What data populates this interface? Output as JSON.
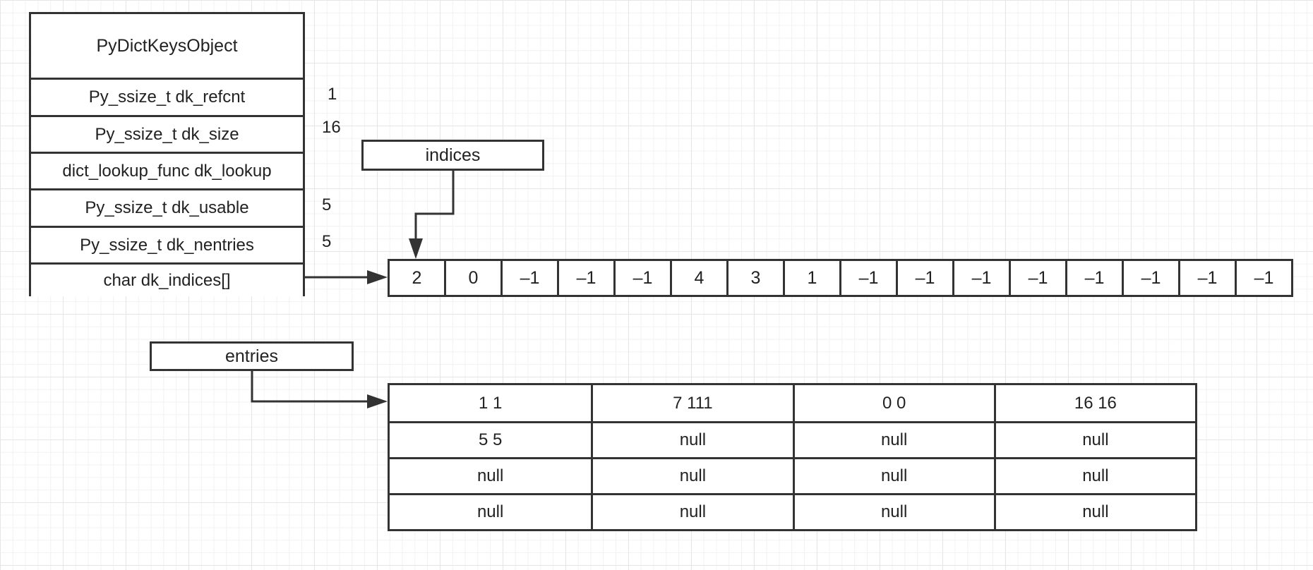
{
  "struct": {
    "title": "PyDictKeysObject",
    "fields": [
      {
        "label": "Py_ssize_t dk_refcnt",
        "value": "1"
      },
      {
        "label": "Py_ssize_t dk_size",
        "value": "16"
      },
      {
        "label": "dict_lookup_func dk_lookup",
        "value": ""
      },
      {
        "label": "Py_ssize_t dk_usable",
        "value": "5"
      },
      {
        "label": "Py_ssize_t dk_nentries",
        "value": "5"
      },
      {
        "label": "char dk_indices[]",
        "value": ""
      }
    ]
  },
  "indices": {
    "label": "indices",
    "values": [
      "2",
      "0",
      "–1",
      "–1",
      "–1",
      "4",
      "3",
      "1",
      "–1",
      "–1",
      "–1",
      "–1",
      "–1",
      "–1",
      "–1",
      "–1"
    ]
  },
  "entries": {
    "label": "entries",
    "rows": [
      [
        "1 1",
        "7 111",
        "0 0",
        "16 16"
      ],
      [
        "5 5",
        "null",
        "null",
        "null"
      ],
      [
        "null",
        "null",
        "null",
        "null"
      ],
      [
        "null",
        "null",
        "null",
        "null"
      ]
    ]
  },
  "colors": {
    "line": "#333333",
    "grid": "#e6e6e6",
    "background": "#ffffff"
  }
}
